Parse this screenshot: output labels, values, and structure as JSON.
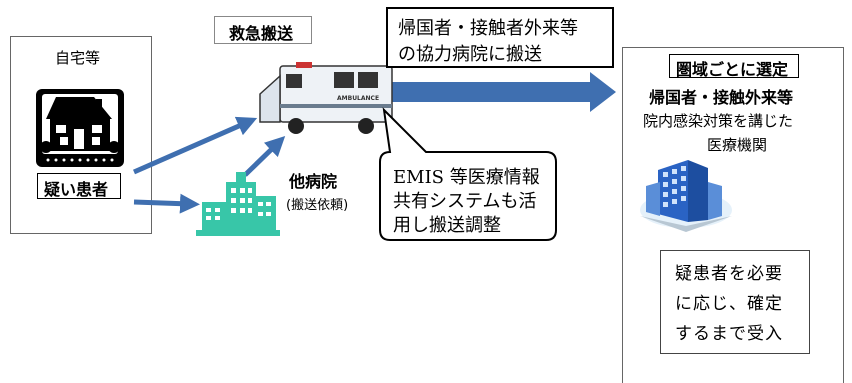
{
  "home_panel": {
    "title": "自宅等",
    "patient_label": "疑い患者"
  },
  "transport": {
    "label": "救急搬送",
    "ambulance_text": "AMBULANCE"
  },
  "cooperation_note": {
    "line1": "帰国者・接触者外来等",
    "line2": "の協力病院に搬送"
  },
  "other_hospital": {
    "label": "他病院",
    "sub_label": "(搬送依頼)"
  },
  "emis_callout": {
    "line1": "EMIS 等医療情報",
    "line2": "共有システムも活",
    "line3": "用し搬送調整"
  },
  "destination_panel": {
    "header": "圏域ごとに選定",
    "title": "帰国者・接触外来等",
    "desc_line1": "院内感染対策を講じた",
    "desc_line2": "医療機関",
    "accept_line1": "疑患者を必要",
    "accept_line2": "に応じ、確定",
    "accept_line3": "するまで受入"
  },
  "colors": {
    "arrow": "#3f6fb0",
    "hospital_green": "#38c6a8",
    "building_blue": "#2a63c4"
  }
}
